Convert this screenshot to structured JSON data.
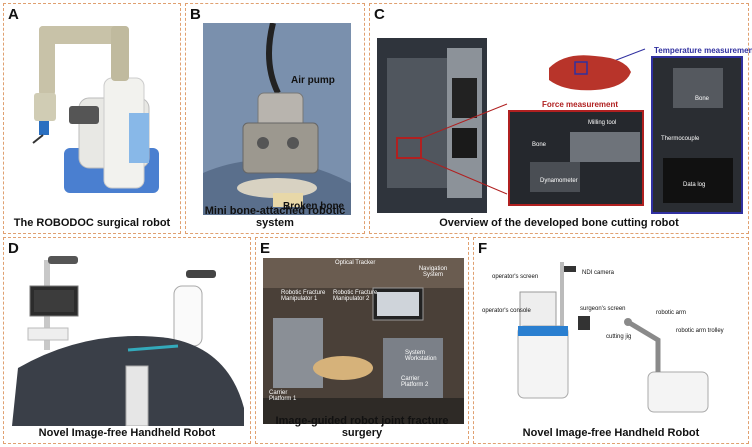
{
  "panels": {
    "A": {
      "letter": "A",
      "caption": "The ROBODOC surgical robot"
    },
    "B": {
      "letter": "B",
      "caption": "Mini bone-attached robotic system",
      "labels": {
        "air_pump": "Air pump",
        "broken_bone": "Broken bone"
      }
    },
    "C": {
      "letter": "C",
      "caption": "Overview of the developed bone cutting robot",
      "labels": {
        "force": "Force measurement",
        "temperature": "Temperature measurement",
        "bone": "Bone",
        "milling_tool": "Milling tool",
        "dynamometer": "Dynamometer",
        "bone2": "Bone",
        "thermocouple": "Thermocouple",
        "data_log": "Data log"
      }
    },
    "D": {
      "letter": "D",
      "caption": "Novel Image-free Handheld Robot"
    },
    "E": {
      "letter": "E",
      "caption": "Image-guided robot joint fracture surgery",
      "labels": {
        "optical_tracker": "Optical Tracker",
        "navigation": "Navigation System",
        "rfm1": "Robotic Fracture Manipulator 1",
        "rfm2": "Robotic Fracture Manipulator 2",
        "workstation": "System Workstation",
        "carrier1": "Carrier Platform 1",
        "carrier2": "Carrier Platform 2"
      }
    },
    "F": {
      "letter": "F",
      "caption": "Novel Image-free Handheld Robot",
      "labels": {
        "operators_screen": "operator's screen",
        "ndi_camera": "NDI camera",
        "operators_console": "operator's console",
        "surgeons_screen": "surgeon's screen",
        "robotic_arm": "robotic arm",
        "robotic_arm_trolley": "robotic arm trolley",
        "cutting_jig": "cutting jig"
      }
    }
  },
  "colors": {
    "border": "#e0a070",
    "force_box": "#b02020",
    "temp_box": "#3030a0"
  }
}
